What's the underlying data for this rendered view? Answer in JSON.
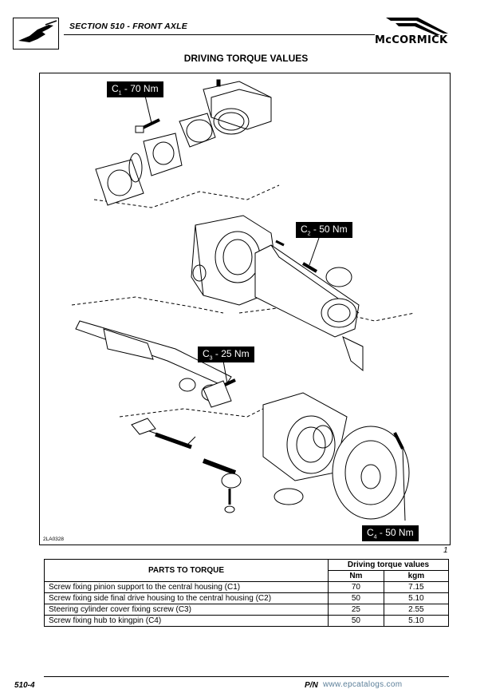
{
  "header": {
    "section_title": "SECTION 510 - FRONT AXLE",
    "brand": "McCORMICK",
    "logo_icon": "hand-pointer-icon"
  },
  "page": {
    "title": "DRIVING TORQUE VALUES",
    "figure_number": "1",
    "figure_code": "2LA0328"
  },
  "callouts": [
    {
      "id": "C",
      "sub": "1",
      "value": " - 70 Nm"
    },
    {
      "id": "C",
      "sub": "2",
      "value": " - 50 Nm"
    },
    {
      "id": "C",
      "sub": "3",
      "value": " - 25 Nm"
    },
    {
      "id": "C",
      "sub": "4",
      "value": " - 50 Nm"
    }
  ],
  "table": {
    "parts_header": "PARTS TO TORQUE",
    "group_header": "Driving torque values",
    "unit_nm": "Nm",
    "unit_kgm": "kgm",
    "rows": [
      {
        "part": "Screw fixing pinion support to the central housing (C1)",
        "nm": "70",
        "kgm": "7.15"
      },
      {
        "part": "Screw fixing side final drive housing to the central housing (C2)",
        "nm": "50",
        "kgm": "5.10"
      },
      {
        "part": "Steering cylinder cover fixing screw (C3)",
        "nm": "25",
        "kgm": "2.55"
      },
      {
        "part": "Screw fixing hub to kingpin (C4)",
        "nm": "50",
        "kgm": "5.10"
      }
    ]
  },
  "footer": {
    "page_number": "510-4",
    "pn_label": "P/N",
    "pn_value": "www.epcatalogs.com"
  }
}
